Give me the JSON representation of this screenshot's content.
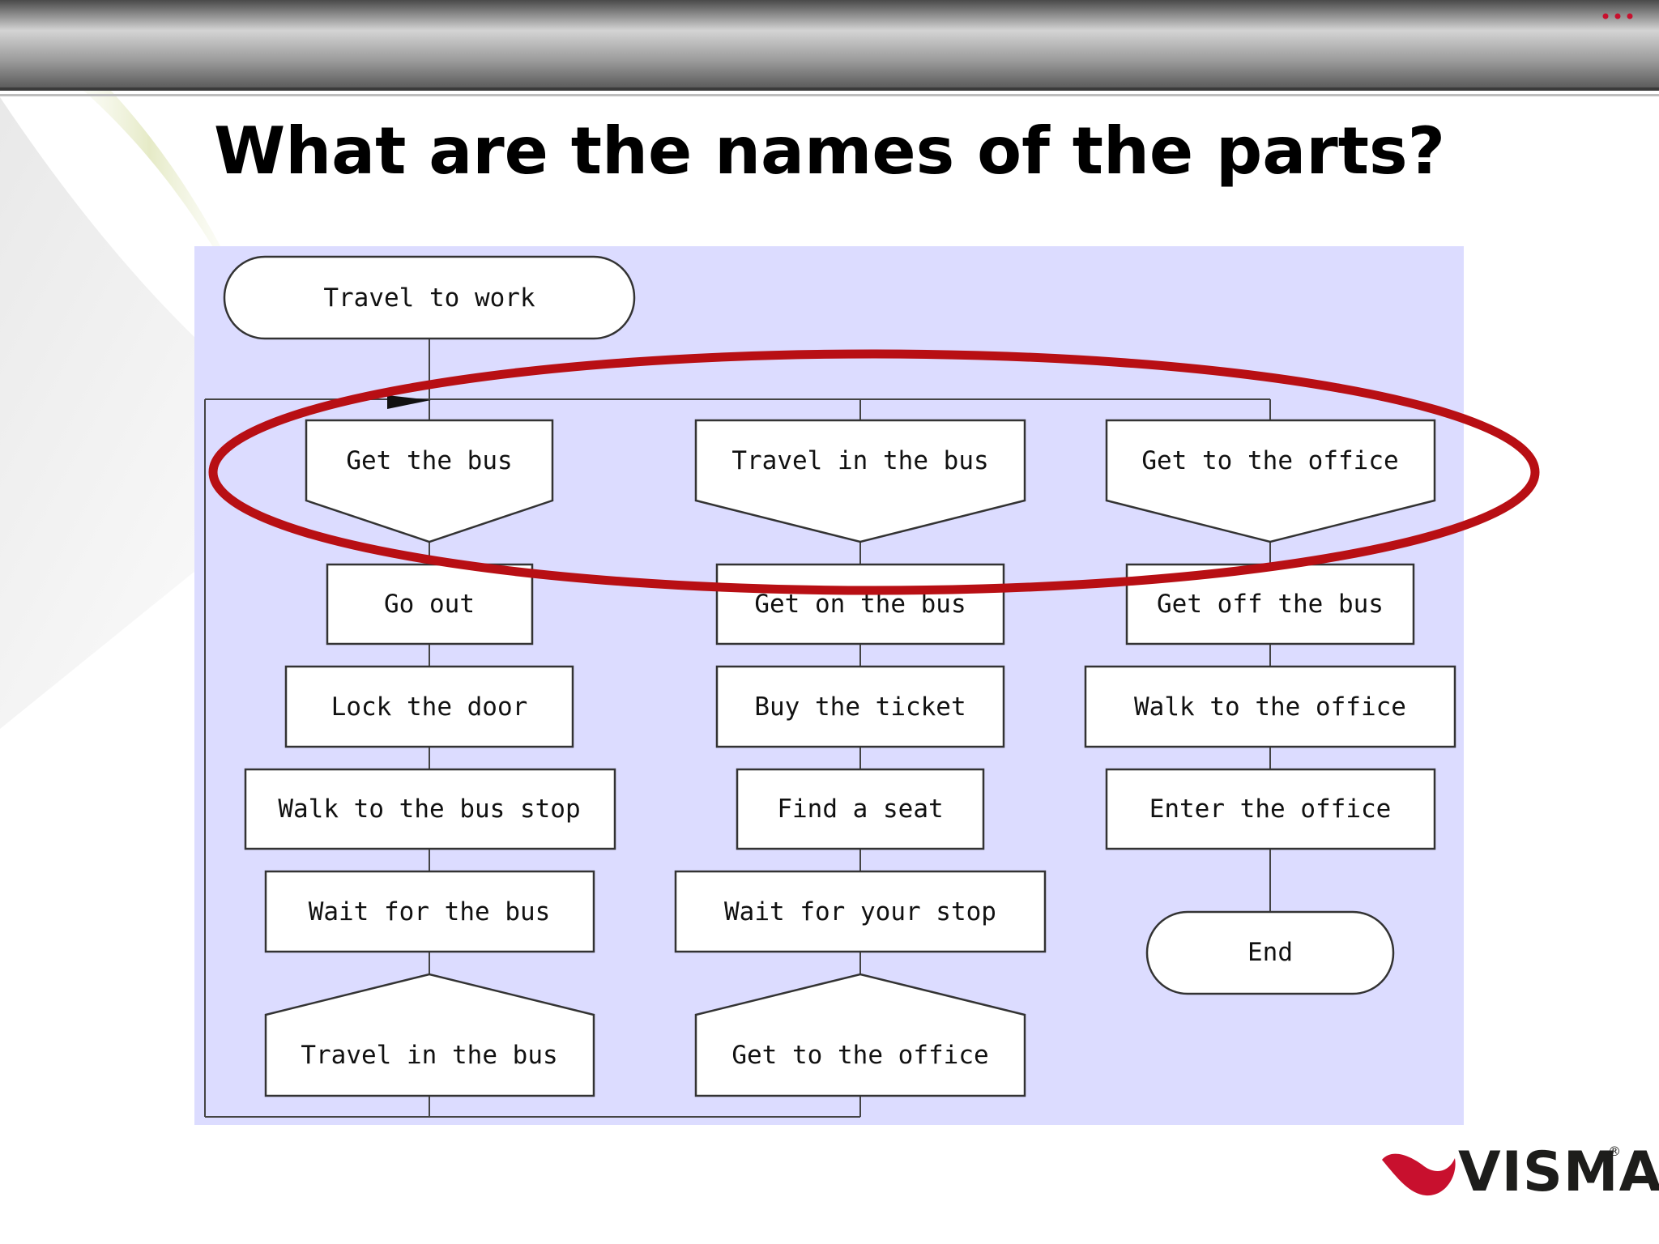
{
  "slide": {
    "title": "What are the names of the parts?",
    "logo_text": "VISMA",
    "logo_reg": "®",
    "menu_icon": "ellipsis-icon",
    "colors": {
      "diagram_background": "#dcdcff",
      "highlight_ellipse": "#b80f14",
      "logo_swoosh": "#c8102e"
    }
  },
  "diagram": {
    "root": "Travel to work",
    "parts": [
      {
        "title": "Get the bus",
        "steps": [
          "Go out",
          "Lock the door",
          "Walk to the bus stop",
          "Wait for the bus"
        ],
        "next": "Travel in the bus"
      },
      {
        "title": "Travel in the bus",
        "steps": [
          "Get on the bus",
          "Buy the ticket",
          "Find a seat",
          "Wait for your stop"
        ],
        "next": "Get to the office"
      },
      {
        "title": "Get to the office",
        "steps": [
          "Get off the bus",
          "Walk to the office",
          "Enter the office"
        ],
        "end": "End"
      }
    ]
  }
}
